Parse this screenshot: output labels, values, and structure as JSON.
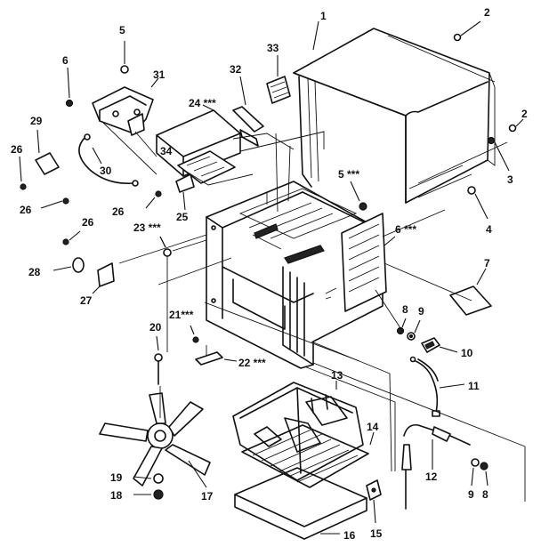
{
  "callouts": [
    {
      "id": "1",
      "text": "1"
    },
    {
      "id": "2a",
      "text": "2"
    },
    {
      "id": "2b",
      "text": "2"
    },
    {
      "id": "3",
      "text": "3"
    },
    {
      "id": "4",
      "text": "4"
    },
    {
      "id": "5a",
      "text": "5"
    },
    {
      "id": "5b",
      "text": "5 ***"
    },
    {
      "id": "6a",
      "text": "6"
    },
    {
      "id": "6b",
      "text": "6 ***"
    },
    {
      "id": "7",
      "text": "7"
    },
    {
      "id": "8a",
      "text": "8"
    },
    {
      "id": "8b",
      "text": "8"
    },
    {
      "id": "9a",
      "text": "9"
    },
    {
      "id": "9b",
      "text": "9"
    },
    {
      "id": "10",
      "text": "10"
    },
    {
      "id": "11",
      "text": "11"
    },
    {
      "id": "12",
      "text": "12"
    },
    {
      "id": "13",
      "text": "13"
    },
    {
      "id": "14",
      "text": "14"
    },
    {
      "id": "15",
      "text": "15"
    },
    {
      "id": "16",
      "text": "16"
    },
    {
      "id": "17",
      "text": "17"
    },
    {
      "id": "18",
      "text": "18"
    },
    {
      "id": "19",
      "text": "19"
    },
    {
      "id": "20",
      "text": "20"
    },
    {
      "id": "21",
      "text": "21***"
    },
    {
      "id": "22",
      "text": "22 ***"
    },
    {
      "id": "23",
      "text": "23 ***"
    },
    {
      "id": "24",
      "text": "24 ***"
    },
    {
      "id": "25",
      "text": "25"
    },
    {
      "id": "26a",
      "text": "26"
    },
    {
      "id": "26b",
      "text": "26"
    },
    {
      "id": "26c",
      "text": "26"
    },
    {
      "id": "26d",
      "text": "26"
    },
    {
      "id": "27",
      "text": "27"
    },
    {
      "id": "28",
      "text": "28"
    },
    {
      "id": "29",
      "text": "29"
    },
    {
      "id": "30",
      "text": "30"
    },
    {
      "id": "31",
      "text": "31"
    },
    {
      "id": "32",
      "text": "32"
    },
    {
      "id": "33",
      "text": "33"
    },
    {
      "id": "34",
      "text": "34"
    }
  ]
}
